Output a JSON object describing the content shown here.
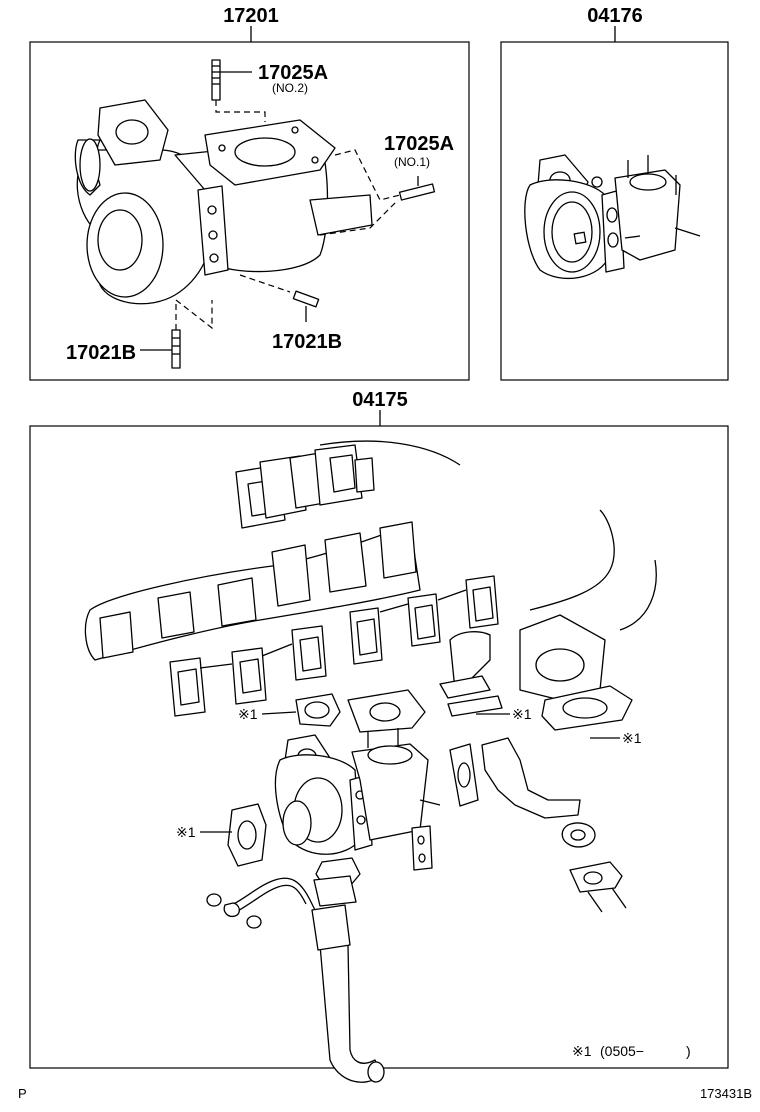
{
  "part_numbers": {
    "top_left": "17201",
    "top_right": "04176",
    "bottom": "04175"
  },
  "callouts": {
    "stud_upper": "17025A",
    "stud_upper_note": "(NO.2)",
    "stud_right": "17025A",
    "stud_right_note": "(NO.1)",
    "stud_lower_right": "17021B",
    "stud_lower_left": "17021B"
  },
  "footnote_marks": {
    "mark1": "※1",
    "mark2": "※1",
    "mark3": "※1",
    "mark4": "※1"
  },
  "footnote": {
    "mark": "※1",
    "range": "(0505−　　　)"
  },
  "corner": {
    "left": "P",
    "right": "173431B"
  }
}
